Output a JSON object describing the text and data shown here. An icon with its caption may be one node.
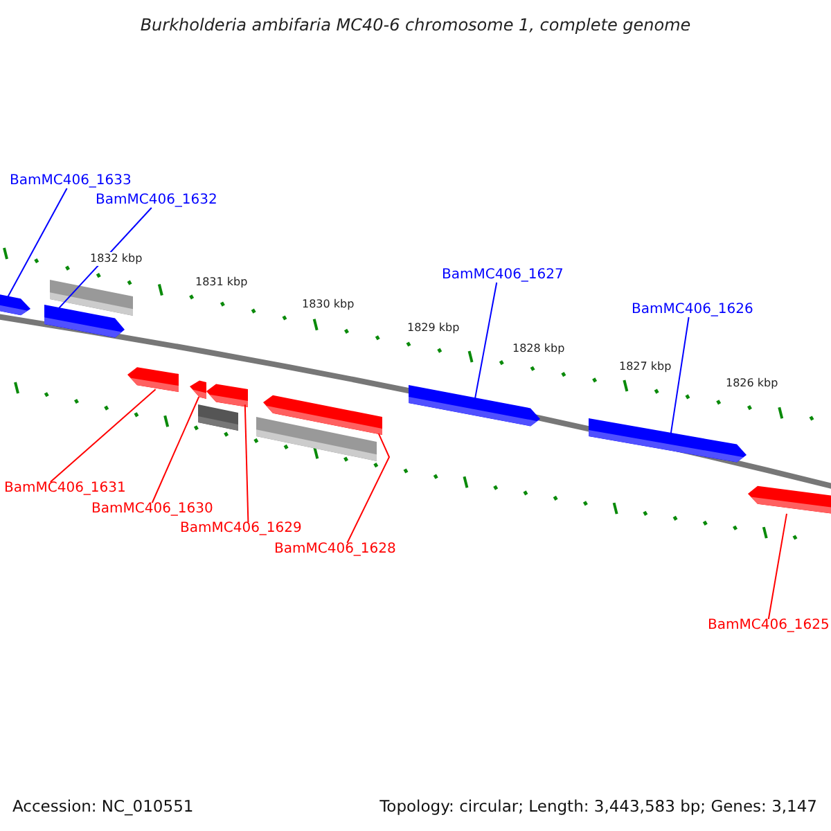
{
  "diagram": {
    "title": "Burkholderia ambifaria MC40-6 chromosome 1, complete genome",
    "nodes": [
      {
        "text": [
          "BamMC406_1633"
        ]
      },
      {
        "text": [
          "BamMC406_1632"
        ]
      },
      {
        "text": [
          "BamMC406_1627"
        ]
      },
      {
        "text": [
          "BamMC406_1626"
        ]
      },
      {
        "text": [
          "BamMC406_1631"
        ]
      },
      {
        "text": [
          "BamMC406_1630"
        ]
      },
      {
        "text": [
          "BamMC406_1629"
        ]
      },
      {
        "text": [
          "BamMC406_1628"
        ]
      },
      {
        "text": [
          "BamMC406_1625"
        ]
      },
      {
        "text": [],
        "shape": "arrow"
      },
      {
        "text": [],
        "shape": "bar"
      },
      {
        "text": [],
        "shape": "arrow"
      },
      {
        "text": [],
        "shape": "arrow"
      },
      {
        "text": [],
        "shape": "arrow"
      },
      {
        "text": [],
        "shape": "arrow"
      },
      {
        "text": [],
        "shape": "bar"
      },
      {
        "text": [],
        "shape": "arrow"
      },
      {
        "text": [],
        "shape": "bar"
      },
      {
        "text": [],
        "shape": "arrow"
      },
      {
        "text": [],
        "shape": "arrow"
      },
      {
        "text": [],
        "shape": "arrow"
      }
    ],
    "edges": [
      {
        "from": 0,
        "to": 9,
        "arrow": "none",
        "color": "#0000ff"
      },
      {
        "from": 1,
        "to": 11,
        "arrow": "none",
        "color": "#0000ff"
      },
      {
        "from": 2,
        "to": 18,
        "arrow": "none",
        "color": "#0000ff"
      },
      {
        "from": 3,
        "to": 19,
        "arrow": "none",
        "color": "#0000ff"
      },
      {
        "from": 4,
        "to": 12,
        "arrow": "none"
      },
      {
        "from": 5,
        "to": 13,
        "arrow": "none"
      },
      {
        "from": 6,
        "to": 14,
        "arrow": "none"
      },
      {
        "from": 7,
        "to": 16,
        "arrow": "none"
      },
      {
        "from": 8,
        "to": 20,
        "arrow": "none"
      }
    ],
    "labels": [
      "1832 kbp",
      "1831 kbp",
      "1830 kbp",
      "1829 kbp",
      "1828 kbp",
      "1827 kbp",
      "1826 kbp",
      "Accession: NC_010551",
      "Topology: circular; Length: 3,443,583 bp; Genes: 3,147"
    ]
  }
}
